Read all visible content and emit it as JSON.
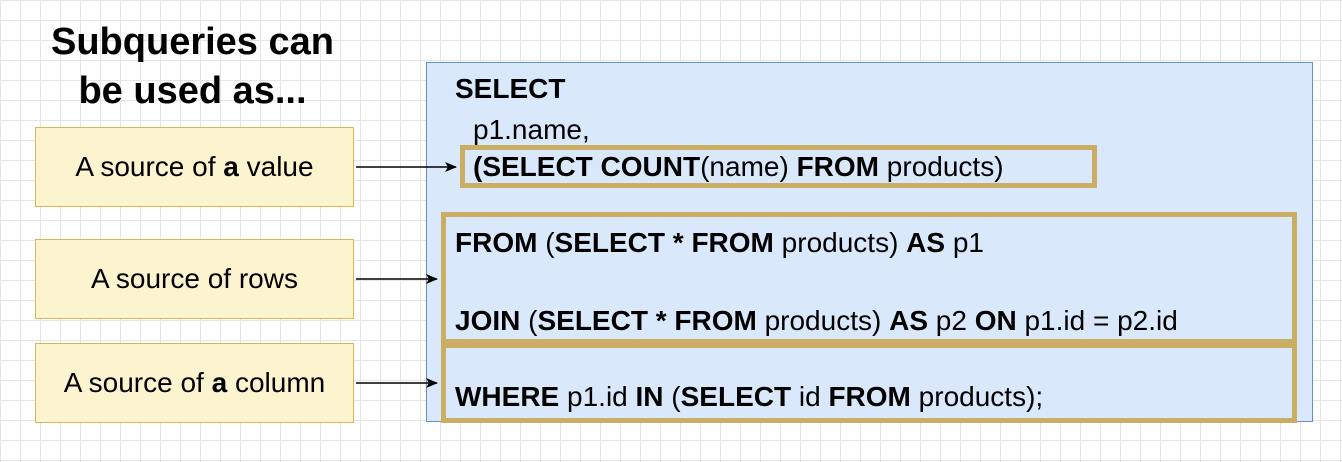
{
  "title": {
    "line1": "Subqueries can",
    "line2": "be used as..."
  },
  "labels": {
    "value": {
      "pre": "A source of ",
      "bold": "a",
      "post": " value"
    },
    "rows": {
      "text": "A source of rows"
    },
    "column": {
      "pre": "A source of ",
      "bold": "a",
      "post": " column"
    }
  },
  "sql": {
    "line1": {
      "k1": "SELECT"
    },
    "line2": {
      "t1": "p1.name,"
    },
    "line3": {
      "k1": "(SELECT COUNT",
      "t1": "(name) ",
      "k2": "FROM",
      "t2": " products)"
    },
    "line4": {
      "k1": "FROM",
      "t1": " (",
      "k2": "SELECT * FROM",
      "t2": " products) ",
      "k3": "AS",
      "t3": " p1"
    },
    "line5": {
      "k1": "JOIN",
      "t1": " (",
      "k2": "SELECT * FROM",
      "t2": " products) ",
      "k3": "AS",
      "t3": " p2 ",
      "k4": "ON",
      "t4": " p1.id = p2.id"
    },
    "line6": {
      "k1": "WHERE",
      "t1": " p1.id ",
      "k2": "IN",
      "t2": " (",
      "k3": "SELECT",
      "t3": " id ",
      "k4": "FROM",
      "t4": " products);"
    }
  },
  "colors": {
    "label_fill": "#fcf3cf",
    "label_border": "#d6b656",
    "panel_fill": "#dae8fc",
    "panel_border": "#6c8ebf",
    "highlight_border": "#c9ae64"
  }
}
